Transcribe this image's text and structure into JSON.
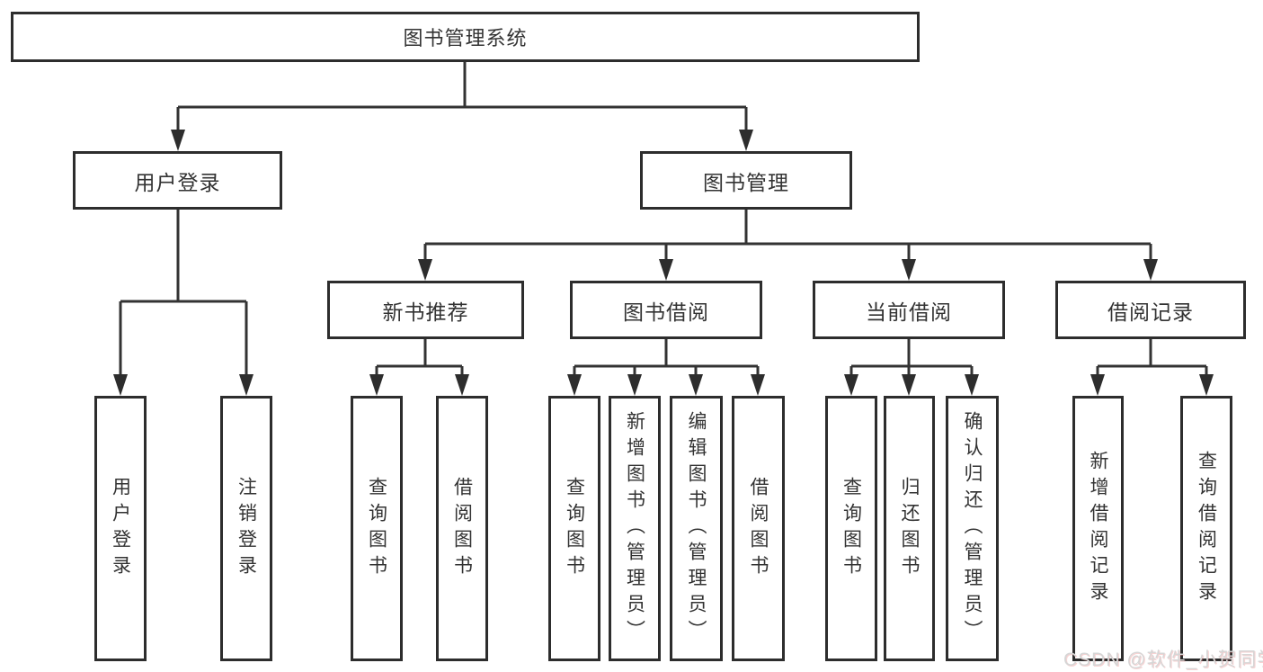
{
  "colors": {
    "background": "#ffffff",
    "box_border": "#2d2d2d",
    "connector": "#333333",
    "text": "#333333",
    "watermark": "#d6d6d6"
  },
  "root": {
    "label": "图书管理系统"
  },
  "branches": [
    {
      "label": "用户登录",
      "leaves": [
        "用户登录",
        "注销登录"
      ]
    },
    {
      "label": "图书管理",
      "children": [
        {
          "label": "新书推荐",
          "leaves": [
            "查询图书",
            "借阅图书"
          ]
        },
        {
          "label": "图书借阅",
          "leaves": [
            "查询图书",
            "新增图书（管理员）",
            "编辑图书（管理员）",
            "借阅图书"
          ]
        },
        {
          "label": "当前借阅",
          "leaves": [
            "查询图书",
            "归还图书",
            "确认归还（管理员）"
          ]
        },
        {
          "label": "借阅记录",
          "leaves": [
            "新增借阅记录",
            "查询借阅记录"
          ]
        }
      ]
    }
  ],
  "watermark": "CSDN @软件_小贺同学"
}
